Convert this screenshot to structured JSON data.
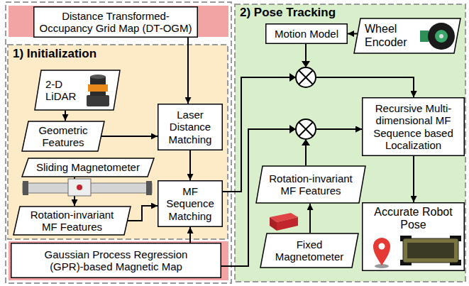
{
  "diagram": {
    "nodes": [
      {
        "text": [
          "Distance Transformed-Occupancy Grid Map (DT-OGM)"
        ]
      },
      {
        "text": [
          "1) Initialization"
        ]
      },
      {
        "text": [
          "2-D LiDAR"
        ],
        "in": 1
      },
      {
        "text": [
          "Geometric Features"
        ],
        "in": 1
      },
      {
        "text": [
          "Sliding Magnetometer"
        ],
        "in": 1
      },
      {
        "text": [
          "Rotation-invariant MF Features"
        ],
        "in": 1
      },
      {
        "text": [
          "Laser Distance Matching"
        ],
        "in": 1
      },
      {
        "text": [
          "MF Sequence Matching"
        ],
        "in": 1
      },
      {
        "text": [
          "Gaussian Process Regression (GPR)-based Magnetic Map"
        ]
      },
      {
        "text": [
          "2) Pose Tracking"
        ]
      },
      {
        "text": [
          "Motion Model"
        ],
        "in": 9
      },
      {
        "text": [
          "Wheel Encoder"
        ],
        "in": 9
      },
      {
        "text": [
          "Recursive Multi-dimensional MF Sequence based Localization"
        ],
        "in": 9
      },
      {
        "text": [
          "Rotation-invariant MF Features"
        ],
        "in": 9
      },
      {
        "text": [
          "Accurate Robot Pose"
        ],
        "in": 9
      },
      {
        "text": [
          "Fixed Magnetometer"
        ],
        "in": 9
      }
    ],
    "edges": [
      {
        "from": 0,
        "to": 6,
        "arrow": "to"
      },
      {
        "from": 2,
        "to": 3,
        "arrow": "to"
      },
      {
        "from": 3,
        "to": 6,
        "arrow": "to"
      },
      {
        "from": 6,
        "to": 7,
        "arrow": "to"
      },
      {
        "from": 4,
        "to": 5,
        "arrow": "to"
      },
      {
        "from": 5,
        "to": 7,
        "arrow": "to"
      },
      {
        "from": 8,
        "to": 7,
        "arrow": "to"
      },
      {
        "from": 10,
        "to": 12,
        "arrow": "to"
      },
      {
        "from": 7,
        "to": 12,
        "arrow": "to"
      },
      {
        "from": 8,
        "to": 12,
        "arrow": "to"
      },
      {
        "from": 13,
        "to": 12,
        "arrow": "to"
      },
      {
        "from": 12,
        "to": 14,
        "arrow": "to"
      },
      {
        "from": 11,
        "to": 10,
        "arrow": "to"
      },
      {
        "from": 15,
        "to": 13,
        "arrow": "to"
      }
    ]
  }
}
